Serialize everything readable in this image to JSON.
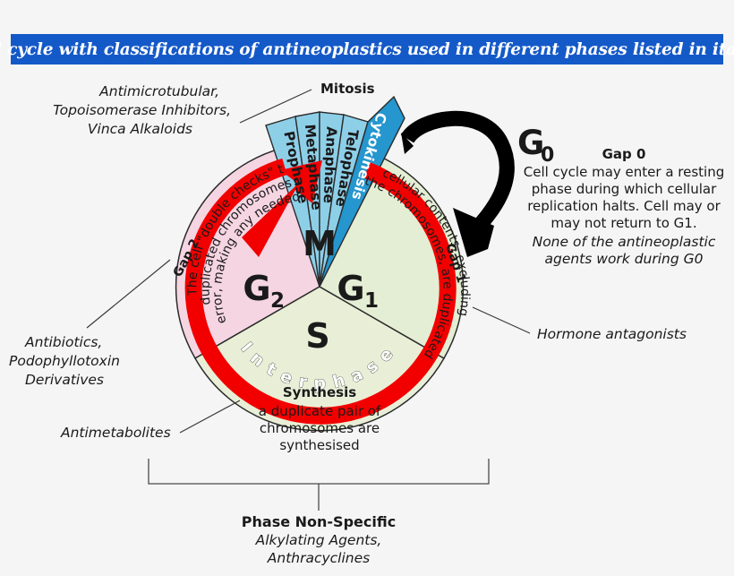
{
  "background_color": "#f5f5f5",
  "title": {
    "text": "Cell cycle with classifications of antineoplastics used in different phases listed in italics",
    "banner_color": "#1459c8",
    "text_color": "#ffffff"
  },
  "annotations": {
    "mitosis_drugs": [
      "Antimicrotubular,",
      "Topoisomerase Inhibitors,",
      "Vinca Alkaloids"
    ],
    "g2_drugs": [
      "Antibiotics,",
      "Podophyllotoxin",
      "Derivatives"
    ],
    "s_drugs": [
      "Antimetabolites"
    ],
    "g1_drugs": [
      "Hormone antagonists"
    ]
  },
  "mitosis": {
    "label": "Mitosis",
    "center_letter": "M",
    "phases": [
      {
        "name": "Prophase",
        "color": "#8ecfe8",
        "text_color": "#1a1a1a"
      },
      {
        "name": "Metaphase",
        "color": "#8ecfe8",
        "text_color": "#1a1a1a"
      },
      {
        "name": "Anaphase",
        "color": "#8ecfe8",
        "text_color": "#1a1a1a"
      },
      {
        "name": "Telophase",
        "color": "#8ecfe8",
        "text_color": "#1a1a1a"
      },
      {
        "name": "Cytokinesis",
        "color": "#2596ce",
        "text_color": "#ffffff"
      }
    ]
  },
  "sectors": {
    "g2": {
      "letter": "G",
      "subscript": "2",
      "heading": "Gap 2",
      "description_lines": [
        "The cell \"double checks\" the",
        "duplicated chromosomes for",
        "error, making any needed repairs"
      ],
      "color": "#f5d5e2"
    },
    "g1": {
      "letter": "G",
      "subscript": "1",
      "heading": "Gap 1",
      "description_lines": [
        "cellular contents, excluding",
        "the chromosomes, are duplicated"
      ],
      "color": "#e4eed4"
    },
    "s": {
      "letter": "S",
      "heading": "Synthesis",
      "description_lines": [
        "a duplicate pair of",
        "chromosomes are",
        "synthesised"
      ],
      "color": "#e9efd7"
    }
  },
  "interphase_ring": {
    "label": "Interphase",
    "color": "#f20000"
  },
  "gap0": {
    "letter": "G",
    "subscript": "0",
    "heading": "Gap 0",
    "description_lines": [
      "Cell cycle may enter a resting",
      "phase during which cellular",
      "replication halts. Cell may or",
      "may not return to G1."
    ],
    "italic_lines": [
      "None of the antineoplastic",
      "agents work during G0"
    ]
  },
  "footer": {
    "heading": "Phase Non-Specific",
    "italic_lines": [
      "Alkylating Agents,",
      "Anthracyclines"
    ]
  }
}
